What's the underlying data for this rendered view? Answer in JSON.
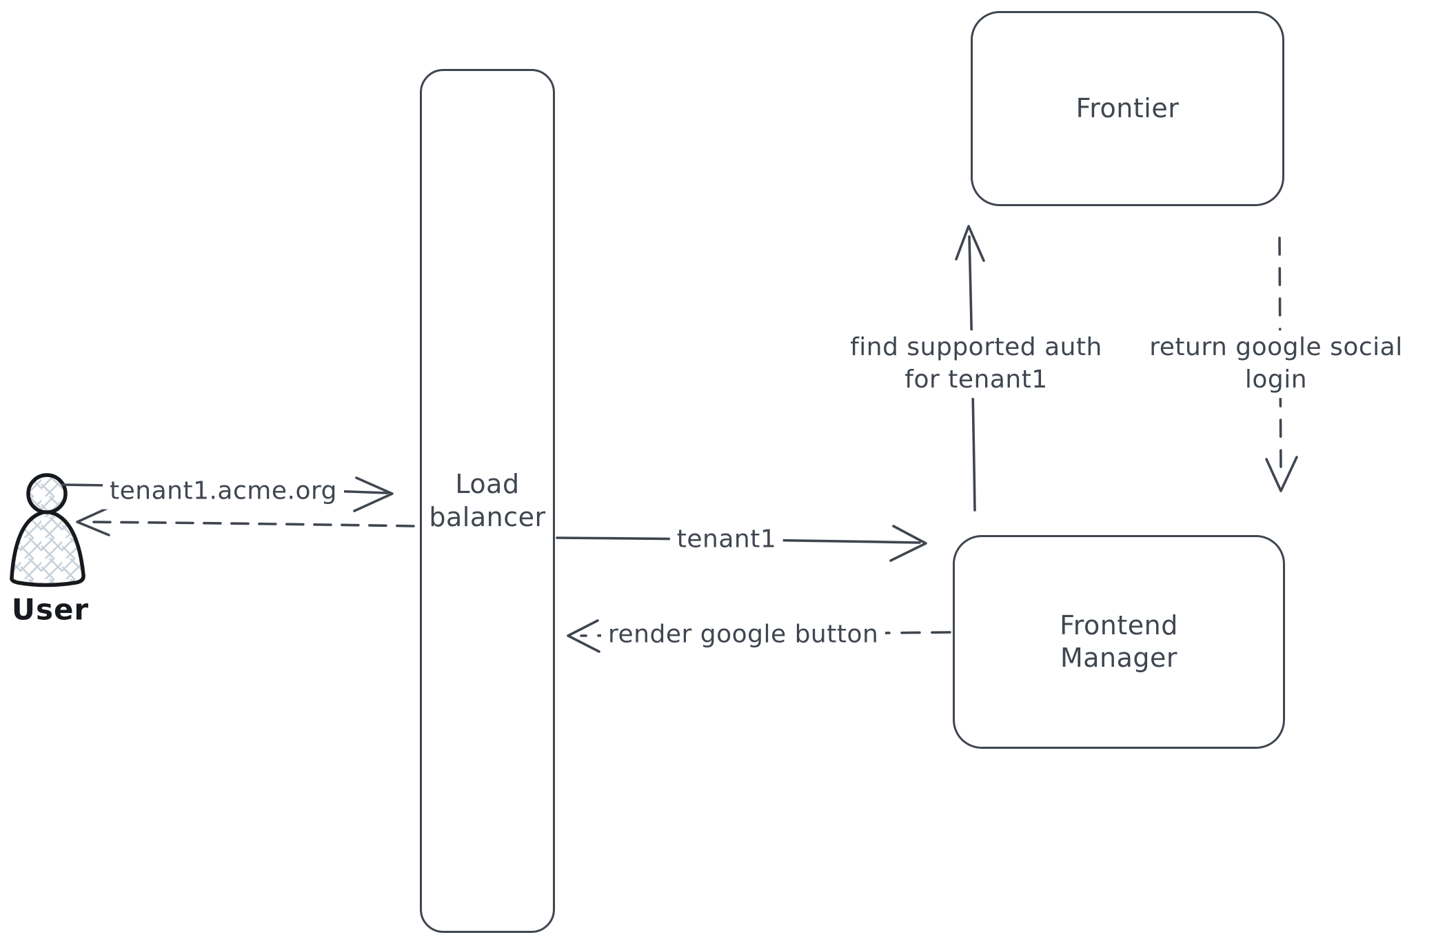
{
  "actor": {
    "label": "User"
  },
  "nodes": {
    "load_balancer": {
      "line1": "Load",
      "line2": "balancer"
    },
    "frontier": {
      "label": "Frontier"
    },
    "frontend_manager": {
      "line1": "Frontend",
      "line2": "Manager"
    }
  },
  "edges": {
    "user_to_lb": {
      "label": "tenant1.acme.org",
      "style": "solid"
    },
    "lb_to_user": {
      "style": "dashed"
    },
    "lb_to_fm": {
      "label": "tenant1",
      "style": "solid"
    },
    "fm_to_lb": {
      "label": "render google button",
      "style": "dashed"
    },
    "fm_to_frontier": {
      "line1": "find supported auth",
      "line2": "for tenant1",
      "style": "solid"
    },
    "frontier_to_fm": {
      "line1": "return google social",
      "line2": "login",
      "style": "dashed"
    }
  },
  "colors": {
    "stroke": "#3f4650",
    "actor_stroke": "#16191d",
    "hatch_fill": "#c9d2da",
    "background": "#ffffff"
  }
}
